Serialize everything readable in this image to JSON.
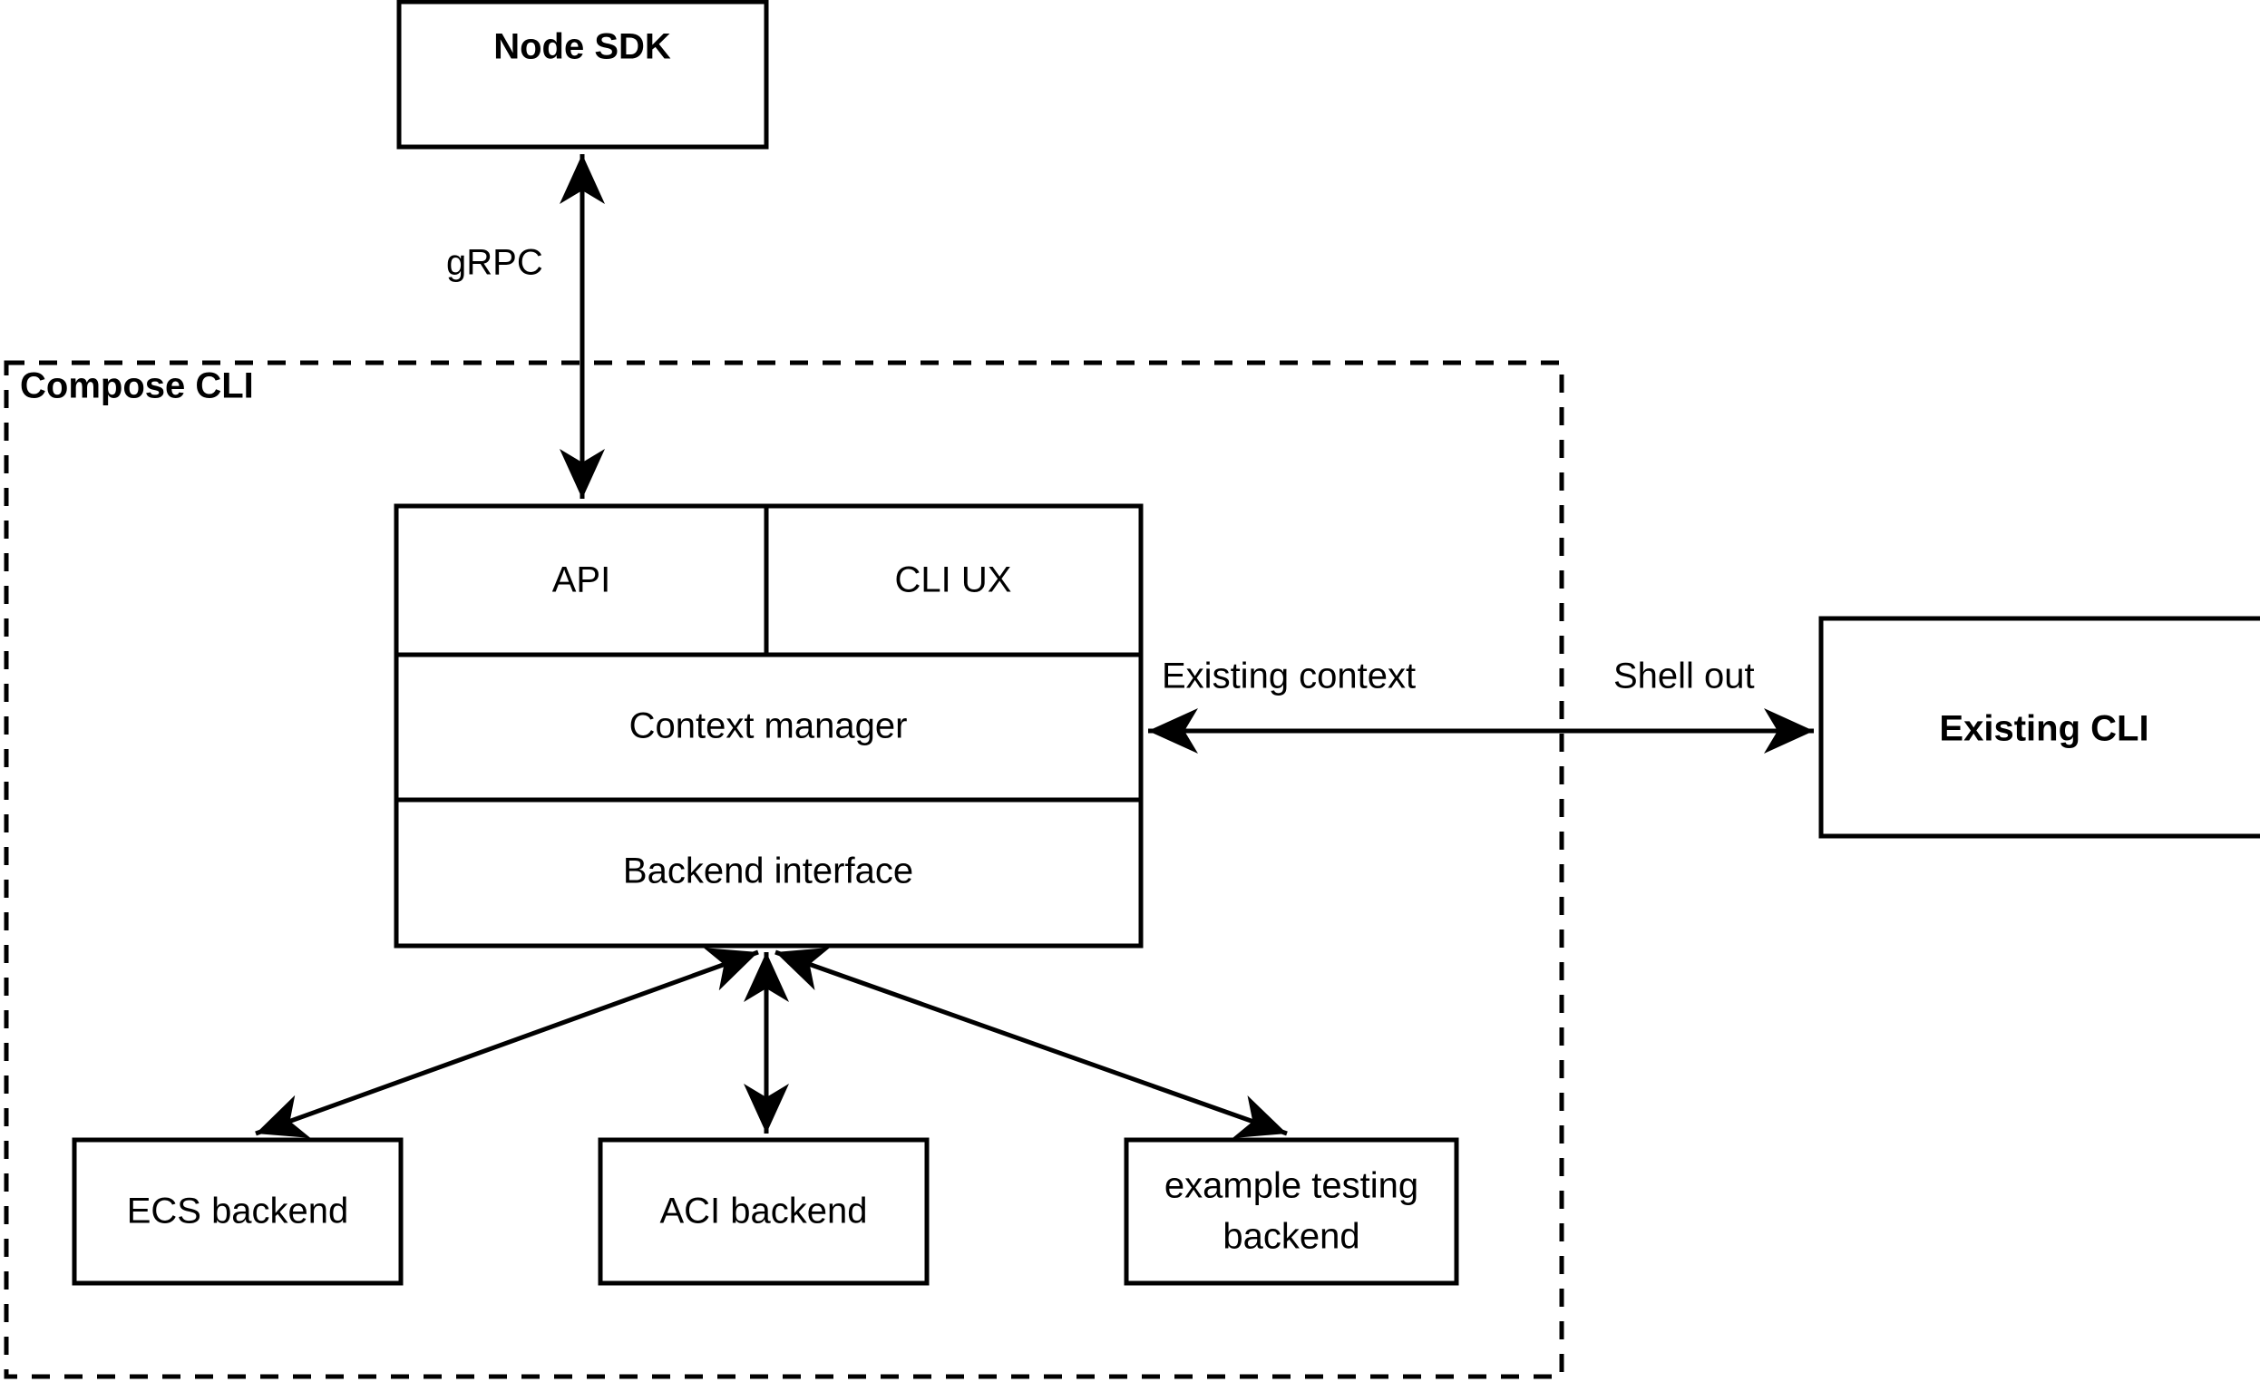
{
  "diagram": {
    "title_group": "Compose CLI",
    "nodes": {
      "node_sdk": {
        "label": "Node SDK",
        "bold": true
      },
      "api": {
        "label": "API",
        "bold": false
      },
      "cli_ux": {
        "label": "CLI UX",
        "bold": false
      },
      "context_manager": {
        "label": "Context manager",
        "bold": false
      },
      "backend_interface": {
        "label": "Backend interface",
        "bold": false
      },
      "ecs_backend": {
        "label": "ECS backend",
        "bold": false
      },
      "aci_backend": {
        "label": "ACI backend",
        "bold": false
      },
      "example_testing_backend_line1": {
        "label": "example testing",
        "bold": false
      },
      "example_testing_backend_line2": {
        "label": "backend",
        "bold": false
      },
      "existing_cli": {
        "label": "Existing CLI",
        "bold": true
      }
    },
    "edge_labels": {
      "grpc": "gRPC",
      "existing_context": "Existing context",
      "shell_out": "Shell out"
    },
    "colors": {
      "stroke": "#000000",
      "fill": "#ffffff",
      "text": "#000000"
    }
  }
}
